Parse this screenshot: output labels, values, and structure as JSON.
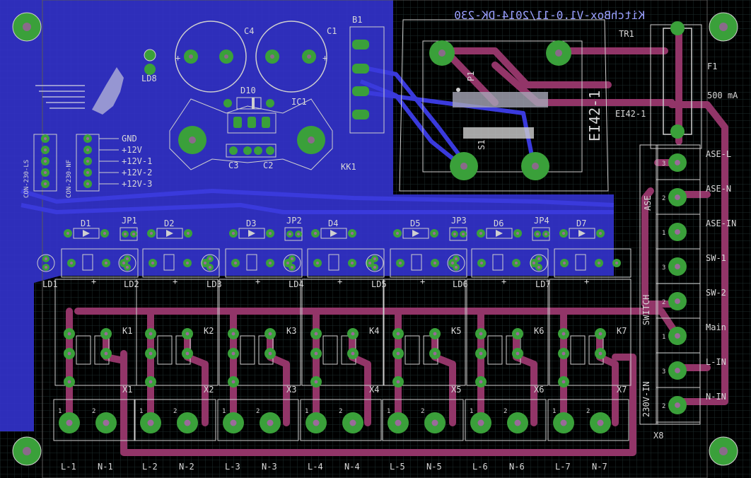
{
  "colors": {
    "background": "#000000",
    "grid": "#1e2a2a",
    "copper_top": "#3a3ad8",
    "copper_bottom": "#8a3060",
    "pad": "#3aa03a",
    "silkscreen": "#d8d8d8",
    "drill": "#9a6a9a"
  },
  "board": {
    "title_mirrored": "KitchBox-V1.0-11/2014-DK-230"
  },
  "labels": {
    "b1": "B1",
    "c1": "C1",
    "c2": "C2",
    "c3": "C3",
    "c4": "C4",
    "d10": "D10",
    "ic1": "IC1",
    "kk1": "KK1",
    "ld8": "LD8",
    "p1": "P1",
    "s1": "S1",
    "tr1": "TR1",
    "f1": "F1",
    "fuse_value": "500 mA",
    "ei42_big": "EI42-1",
    "ei42_small": "EI42-1",
    "x8": "X8",
    "con_ls": "CON-230-LS",
    "con_nf": "CON-230-NF",
    "ase_vertical": "ASE",
    "switch_vertical": "SWITCH",
    "in_vertical": "230V-IN"
  },
  "power_pins": [
    "GND",
    "+12V",
    "+12V-1",
    "+12V-2",
    "+12V-3"
  ],
  "x8_pins": [
    "ASE-L",
    "ASE-N",
    "ASE-IN",
    "SW-1",
    "SW-2",
    "Main",
    "L-IN",
    "N-IN"
  ],
  "diodes": [
    "D1",
    "D2",
    "D3",
    "D4",
    "D5",
    "D6",
    "D7"
  ],
  "jumpers": [
    "JP1",
    "JP2",
    "JP3",
    "JP4"
  ],
  "leds": [
    "LD1",
    "LD2",
    "LD3",
    "LD4",
    "LD5",
    "LD6",
    "LD7"
  ],
  "relays": [
    "K1",
    "K2",
    "K3",
    "K4",
    "K5",
    "K6",
    "K7"
  ],
  "terminals": [
    "X1",
    "X2",
    "X3",
    "X4",
    "X5",
    "X6",
    "X7"
  ],
  "outputs": [
    {
      "l": "L-1",
      "n": "N-1"
    },
    {
      "l": "L-2",
      "n": "N-2"
    },
    {
      "l": "L-3",
      "n": "N-3"
    },
    {
      "l": "L-4",
      "n": "N-4"
    },
    {
      "l": "L-5",
      "n": "N-5"
    },
    {
      "l": "L-6",
      "n": "N-6"
    },
    {
      "l": "L-7",
      "n": "N-7"
    }
  ],
  "pin_numbers": {
    "one": "1",
    "two": "2",
    "three": "3",
    "plus": "+"
  }
}
